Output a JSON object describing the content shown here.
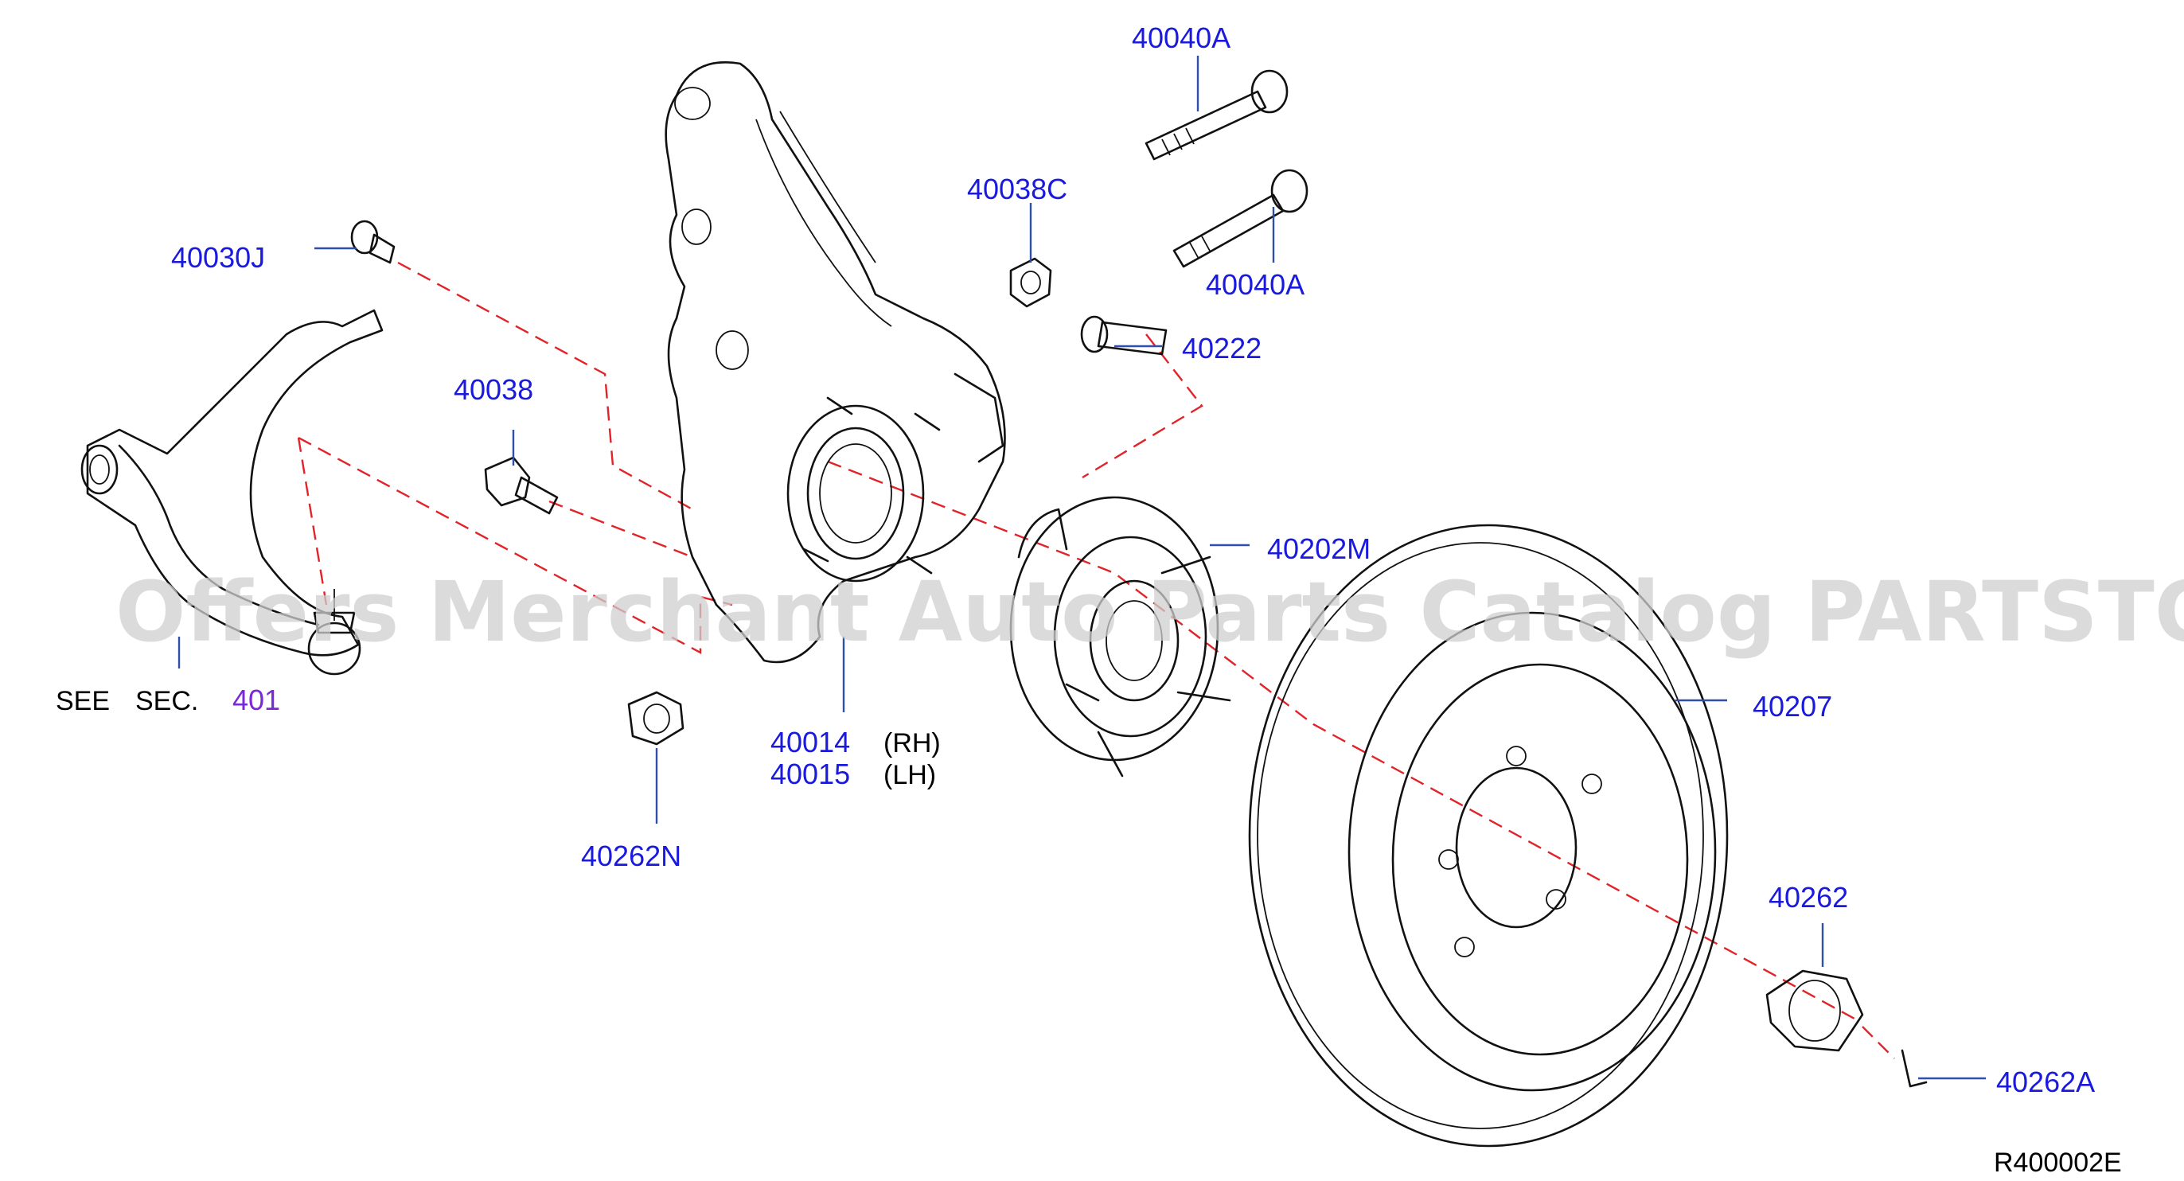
{
  "watermark": "Offers Merchant Auto Parts Catalog PARTSTORE.SA",
  "diagram_code": "R400002E",
  "see_section": {
    "see": "SEE",
    "sec": "SEC.",
    "number": "401"
  },
  "callouts": {
    "p40040A_top": "40040A",
    "p40040A_bottom": "40040A",
    "p40038C": "40038C",
    "p40030J": "40030J",
    "p40222": "40222",
    "p40038": "40038",
    "p40202M": "40202M",
    "p40207": "40207",
    "p40014": "40014",
    "p40015": "40015",
    "rh": "(RH)",
    "lh": "(LH)",
    "p40262N": "40262N",
    "p40262": "40262",
    "p40262A": "40262A"
  },
  "colors": {
    "label_blue": "#1a1adf",
    "section_link": "#7a28d8",
    "centerline": "#e0242a",
    "leader": "#2f4fa8"
  }
}
